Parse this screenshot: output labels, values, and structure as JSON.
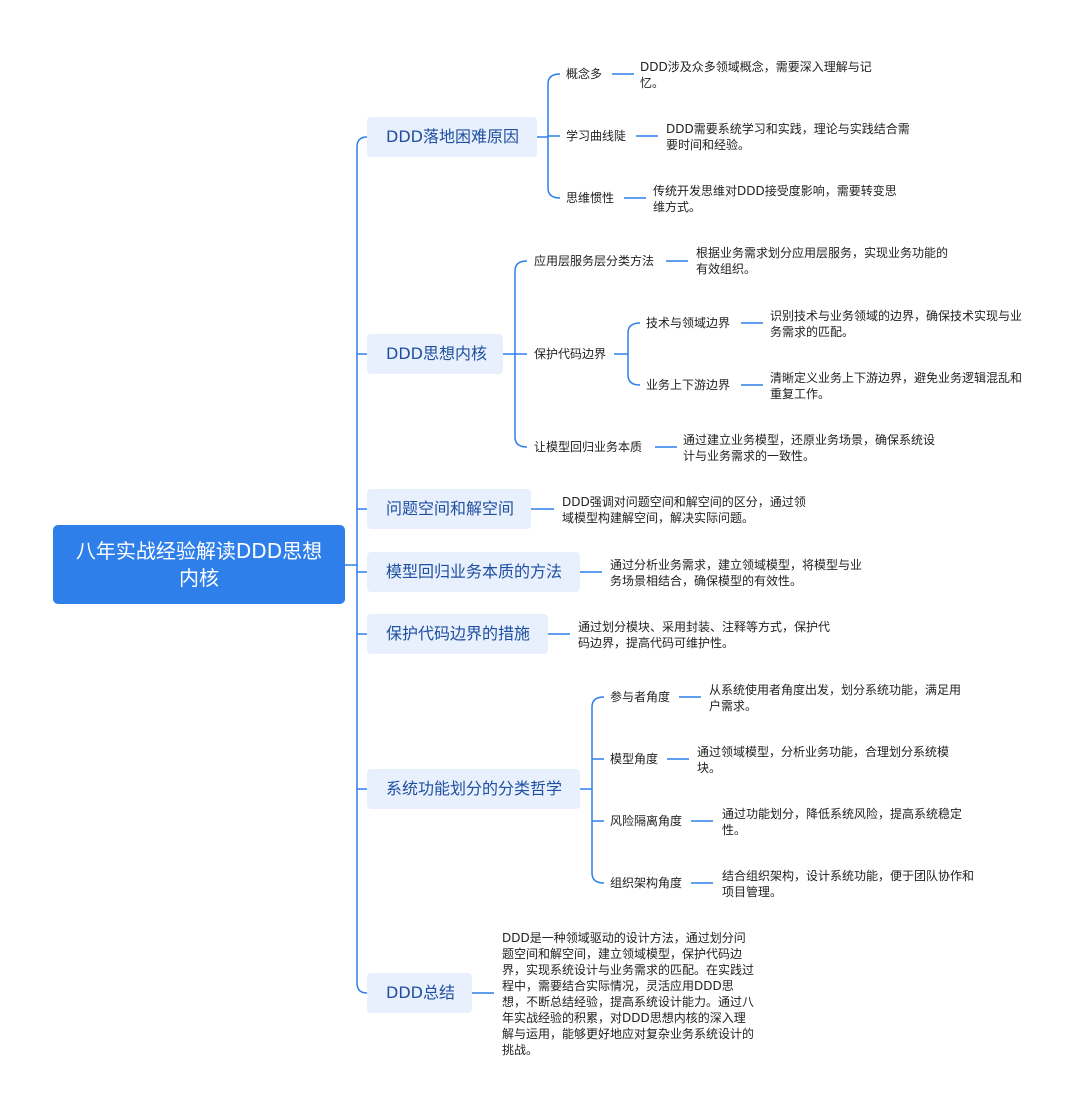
{
  "root": {
    "label": "八年实战经验解读DDD思想内核"
  },
  "branches": [
    {
      "label": "DDD落地困难原因",
      "children": [
        {
          "label": "概念多",
          "note": "DDD涉及众多领域概念，需要深入理解与记忆。"
        },
        {
          "label": "学习曲线陡",
          "note": "DDD需要系统学习和实践，理论与实践结合需要时间和经验。"
        },
        {
          "label": "思维惯性",
          "note": "传统开发思维对DDD接受度影响，需要转变思维方式。"
        }
      ]
    },
    {
      "label": "DDD思想内核",
      "children": [
        {
          "label": "应用层服务层分类方法",
          "note": "根据业务需求划分应用层服务，实现业务功能的有效组织。"
        },
        {
          "label": "保护代码边界",
          "children": [
            {
              "label": "技术与领域边界",
              "note": "识别技术与业务领域的边界，确保技术实现与业务需求的匹配。"
            },
            {
              "label": "业务上下游边界",
              "note": "清晰定义业务上下游边界，避免业务逻辑混乱和重复工作。"
            }
          ]
        },
        {
          "label": "让模型回归业务本质",
          "note": "通过建立业务模型，还原业务场景，确保系统设计与业务需求的一致性。"
        }
      ]
    },
    {
      "label": "问题空间和解空间",
      "note": "DDD强调对问题空间和解空间的区分，通过领域模型构建解空间，解决实际问题。"
    },
    {
      "label": "模型回归业务本质的方法",
      "note": "通过分析业务需求，建立领域模型，将模型与业务场景相结合，确保模型的有效性。"
    },
    {
      "label": "保护代码边界的措施",
      "note": "通过划分模块、采用封装、注释等方式，保护代码边界，提高代码可维护性。"
    },
    {
      "label": "系统功能划分的分类哲学",
      "children": [
        {
          "label": "参与者角度",
          "note": "从系统使用者角度出发，划分系统功能，满足用户需求。"
        },
        {
          "label": "模型角度",
          "note": "通过领域模型，分析业务功能，合理划分系统模块。"
        },
        {
          "label": "风险隔离角度",
          "note": "通过功能划分，降低系统风险，提高系统稳定性。"
        },
        {
          "label": "组织架构角度",
          "note": "结合组织架构，设计系统功能，便于团队协作和项目管理。"
        }
      ]
    },
    {
      "label": "DDD总结",
      "note": "DDD是一种领域驱动的设计方法，通过划分问题空间和解空间，建立领域模型，保护代码边界，实现系统设计与业务需求的匹配。在实践过程中，需要结合实际情况，灵活应用DDD思想，不断总结经验，提高系统设计能力。通过八年实战经验的积累，对DDD思想内核的深入理解与运用，能够更好地应对复杂业务系统设计的挑战。"
    }
  ],
  "colors": {
    "primary": "#2f7fea",
    "branch_bg": "#e8f0fd",
    "line": "#2f7fea"
  }
}
